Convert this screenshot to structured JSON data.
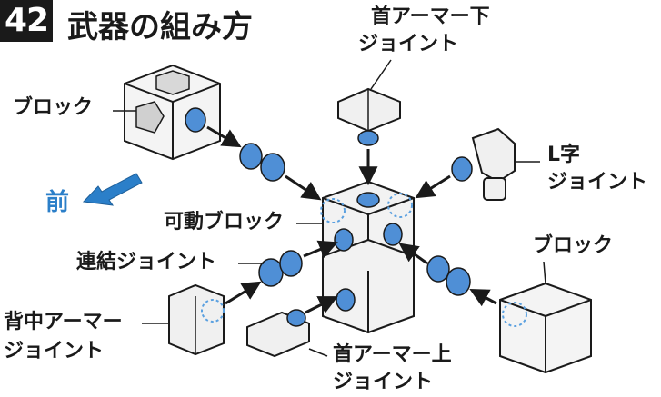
{
  "header": {
    "step_number": "42",
    "title": "武器の組み方"
  },
  "direction": {
    "label": "前"
  },
  "labels": {
    "block_left": "ブロック",
    "neck_armor_lower_line1": "首アーマー下",
    "neck_armor_lower_line2": "ジョイント",
    "l_joint_line1": "L字",
    "l_joint_line2": "ジョイント",
    "movable_block": "可動ブロック",
    "connecting_joint": "連結ジョイント",
    "block_right": "ブロック",
    "back_armor_line1": "背中アーマー",
    "back_armor_line2": "ジョイント",
    "neck_armor_upper_line1": "首アーマー上",
    "neck_armor_upper_line2": "ジョイント"
  },
  "colors": {
    "joint_blue": "#4f8fd6",
    "arrow_blue": "#2b7fc9",
    "line": "#1a1a1a",
    "dashed_highlight": "#5aa0e0"
  }
}
